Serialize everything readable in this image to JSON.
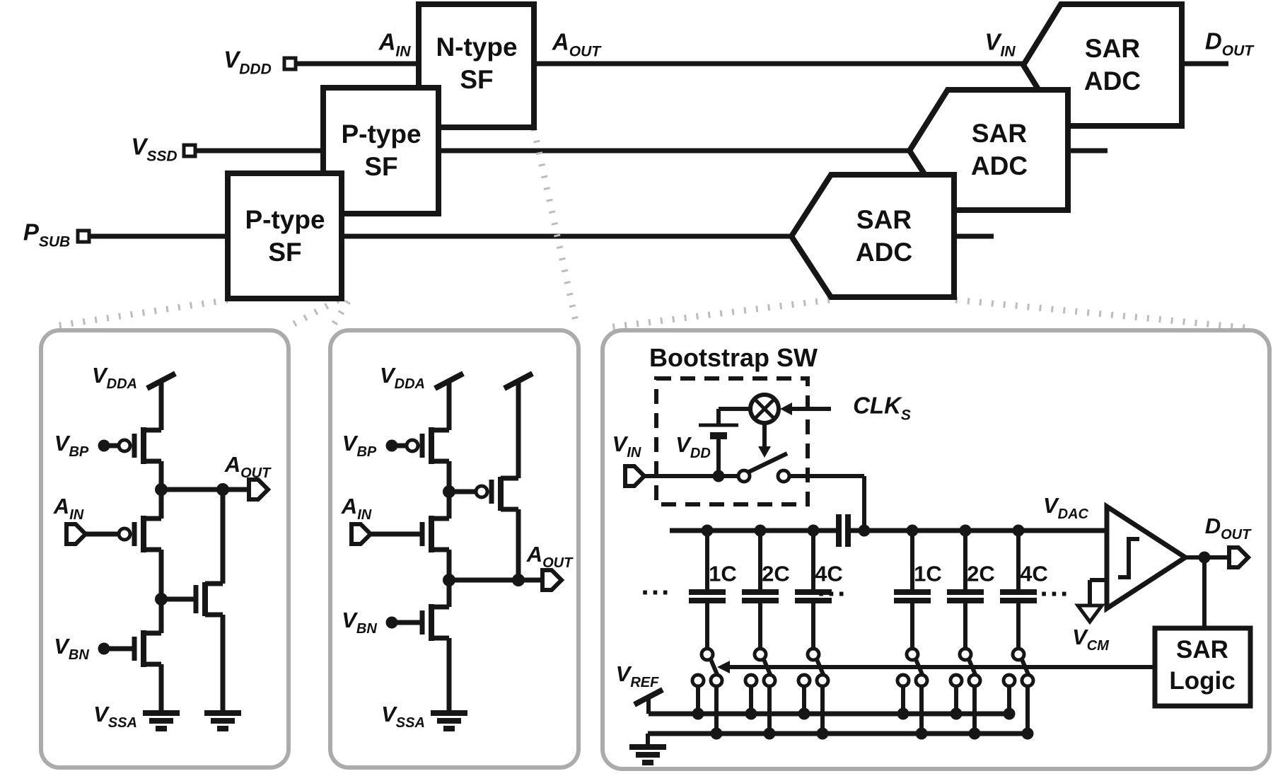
{
  "top_diagram": {
    "ports": {
      "vddd": {
        "main": "V",
        "sub": "DDD"
      },
      "vssd": {
        "main": "V",
        "sub": "SSD"
      },
      "psub": {
        "main": "P",
        "sub": "SUB"
      }
    },
    "signals": {
      "a_in": {
        "main": "A",
        "sub": "IN"
      },
      "a_out": {
        "main": "A",
        "sub": "OUT"
      },
      "v_in": {
        "main": "V",
        "sub": "IN"
      },
      "d_out": {
        "main": "D",
        "sub": "OUT"
      }
    },
    "blocks": {
      "n_sf": {
        "line1": "N-type",
        "line2": "SF"
      },
      "p_sf_mid": {
        "line1": "P-type",
        "line2": "SF"
      },
      "p_sf_bot": {
        "line1": "P-type",
        "line2": "SF"
      },
      "adc1": {
        "line1": "SAR",
        "line2": "ADC"
      },
      "adc2": {
        "line1": "SAR",
        "line2": "ADC"
      },
      "adc3": {
        "line1": "SAR",
        "line2": "ADC"
      }
    }
  },
  "panel_p_type": {
    "labels": {
      "v_dda": {
        "main": "V",
        "sub": "DDA"
      },
      "v_bp": {
        "main": "V",
        "sub": "BP"
      },
      "a_in": {
        "main": "A",
        "sub": "IN"
      },
      "a_out": {
        "main": "A",
        "sub": "OUT"
      },
      "v_bn": {
        "main": "V",
        "sub": "BN"
      },
      "v_ssa": {
        "main": "V",
        "sub": "SSA"
      }
    }
  },
  "panel_n_type": {
    "labels": {
      "v_dda": {
        "main": "V",
        "sub": "DDA"
      },
      "v_bp": {
        "main": "V",
        "sub": "BP"
      },
      "a_in": {
        "main": "A",
        "sub": "IN"
      },
      "a_out": {
        "main": "A",
        "sub": "OUT"
      },
      "v_bn": {
        "main": "V",
        "sub": "BN"
      },
      "v_ssa": {
        "main": "V",
        "sub": "SSA"
      }
    }
  },
  "panel_sar_adc": {
    "title": "Bootstrap SW",
    "labels": {
      "v_in": {
        "main": "V",
        "sub": "IN"
      },
      "v_dd": {
        "main": "V",
        "sub": "DD"
      },
      "clk_s": {
        "main": "CLK",
        "sub": "S"
      },
      "v_dac": {
        "main": "V",
        "sub": "DAC"
      },
      "d_out": {
        "main": "D",
        "sub": "OUT"
      },
      "v_cm": {
        "main": "V",
        "sub": "CM"
      },
      "v_ref": {
        "main": "V",
        "sub": "REF"
      }
    },
    "cap_labels": [
      "1C",
      "2C",
      "4C",
      "1C",
      "2C",
      "4C"
    ],
    "ellipsis": "···",
    "sar_logic": {
      "line1": "SAR",
      "line2": "Logic"
    }
  },
  "colors": {
    "line": "#161616",
    "panel_border": "#ababab",
    "dotted_link": "#bcbcbc"
  }
}
